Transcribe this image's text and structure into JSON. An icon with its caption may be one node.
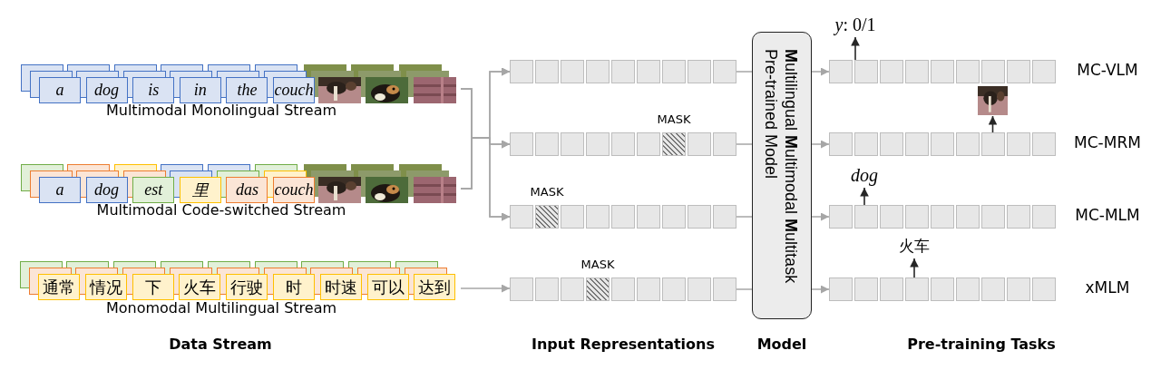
{
  "diagram": {
    "nodes": [
      {
        "text": [
          "Multimodal Monolingual Stream"
        ]
      },
      {
        "text": [
          "a"
        ],
        "in": 0
      },
      {
        "text": [
          "dog"
        ],
        "in": 0
      },
      {
        "text": [
          "is"
        ],
        "in": 0
      },
      {
        "text": [
          "in"
        ],
        "in": 0
      },
      {
        "text": [
          "the"
        ],
        "in": 0
      },
      {
        "text": [
          "couch"
        ],
        "in": 0
      },
      {
        "text": [],
        "shape": "picture",
        "in": 0
      },
      {
        "text": [],
        "shape": "picture",
        "in": 0
      },
      {
        "text": [],
        "shape": "picture",
        "in": 0
      },
      {
        "text": [
          "Multimodal Code-switched Stream"
        ]
      },
      {
        "text": [
          "a"
        ],
        "in": 10
      },
      {
        "text": [
          "dog"
        ],
        "in": 10
      },
      {
        "text": [
          "est"
        ],
        "in": 10
      },
      {
        "text": [
          "里"
        ],
        "in": 10
      },
      {
        "text": [
          "das"
        ],
        "in": 10
      },
      {
        "text": [
          "couch"
        ],
        "in": 10
      },
      {
        "text": [],
        "shape": "picture",
        "in": 10
      },
      {
        "text": [],
        "shape": "picture",
        "in": 10
      },
      {
        "text": [],
        "shape": "picture",
        "in": 10
      },
      {
        "text": [
          "Monomodal Multilingual Stream"
        ]
      },
      {
        "text": [
          "通常"
        ],
        "in": 20
      },
      {
        "text": [
          "情况"
        ],
        "in": 20
      },
      {
        "text": [
          "下"
        ],
        "in": 20
      },
      {
        "text": [
          "火车"
        ],
        "in": 20
      },
      {
        "text": [
          "行驶"
        ],
        "in": 20
      },
      {
        "text": [
          "时"
        ],
        "in": 20
      },
      {
        "text": [
          "时速"
        ],
        "in": 20
      },
      {
        "text": [
          "可以"
        ],
        "in": 20
      },
      {
        "text": [
          "达到"
        ],
        "in": 20
      },
      {
        "text": [],
        "shape": "bar"
      },
      {
        "text": [],
        "shape": "bar",
        "beside": [
          "MASK"
        ]
      },
      {
        "text": [],
        "shape": "bar",
        "beside": [
          "MASK"
        ]
      },
      {
        "text": [],
        "shape": "bar",
        "beside": [
          "MASK"
        ]
      },
      {
        "text": [
          "**M**ultilingual **M**ultimodal **M**ultitask Pre-trained Model"
        ]
      },
      {
        "text": [],
        "shape": "bar",
        "beside": [
          "MC-VLM"
        ]
      },
      {
        "text": [],
        "shape": "bar",
        "beside": [
          "MC-MRM"
        ]
      },
      {
        "text": [],
        "shape": "bar",
        "beside": [
          "MC-MLM"
        ]
      },
      {
        "text": [],
        "shape": "bar",
        "beside": [
          "xMLM"
        ]
      },
      {
        "text": [
          "*y*: 0/1"
        ]
      },
      {
        "text": [],
        "shape": "picture"
      },
      {
        "text": [
          "dog"
        ]
      },
      {
        "text": [
          "火车"
        ]
      }
    ],
    "edges": [
      {
        "from": 0,
        "to": 30,
        "arrow": "to"
      },
      {
        "from": 0,
        "to": 31,
        "arrow": "to"
      },
      {
        "from": 0,
        "to": 32,
        "arrow": "to"
      },
      {
        "from": 10,
        "to": 30,
        "arrow": "to"
      },
      {
        "from": 10,
        "to": 31,
        "arrow": "to"
      },
      {
        "from": 10,
        "to": 32,
        "arrow": "to"
      },
      {
        "from": 20,
        "to": 33,
        "arrow": "to"
      },
      {
        "from": 30,
        "to": 34,
        "arrow": "none"
      },
      {
        "from": 31,
        "to": 34,
        "arrow": "none"
      },
      {
        "from": 32,
        "to": 34,
        "arrow": "none"
      },
      {
        "from": 33,
        "to": 34,
        "arrow": "none"
      },
      {
        "from": 34,
        "to": 35,
        "arrow": "to"
      },
      {
        "from": 34,
        "to": 36,
        "arrow": "to"
      },
      {
        "from": 34,
        "to": 37,
        "arrow": "to"
      },
      {
        "from": 34,
        "to": 38,
        "arrow": "to"
      },
      {
        "from": 35,
        "to": 39,
        "arrow": "to",
        "color": "#262626"
      },
      {
        "from": 36,
        "to": 40,
        "arrow": "to",
        "color": "#262626"
      },
      {
        "from": 37,
        "to": 41,
        "arrow": "to",
        "color": "#262626"
      },
      {
        "from": 38,
        "to": 42,
        "arrow": "to",
        "color": "#262626"
      }
    ],
    "labels": [
      "Data Stream",
      "Input Representations",
      "Model",
      "Pre-training Tasks"
    ]
  }
}
